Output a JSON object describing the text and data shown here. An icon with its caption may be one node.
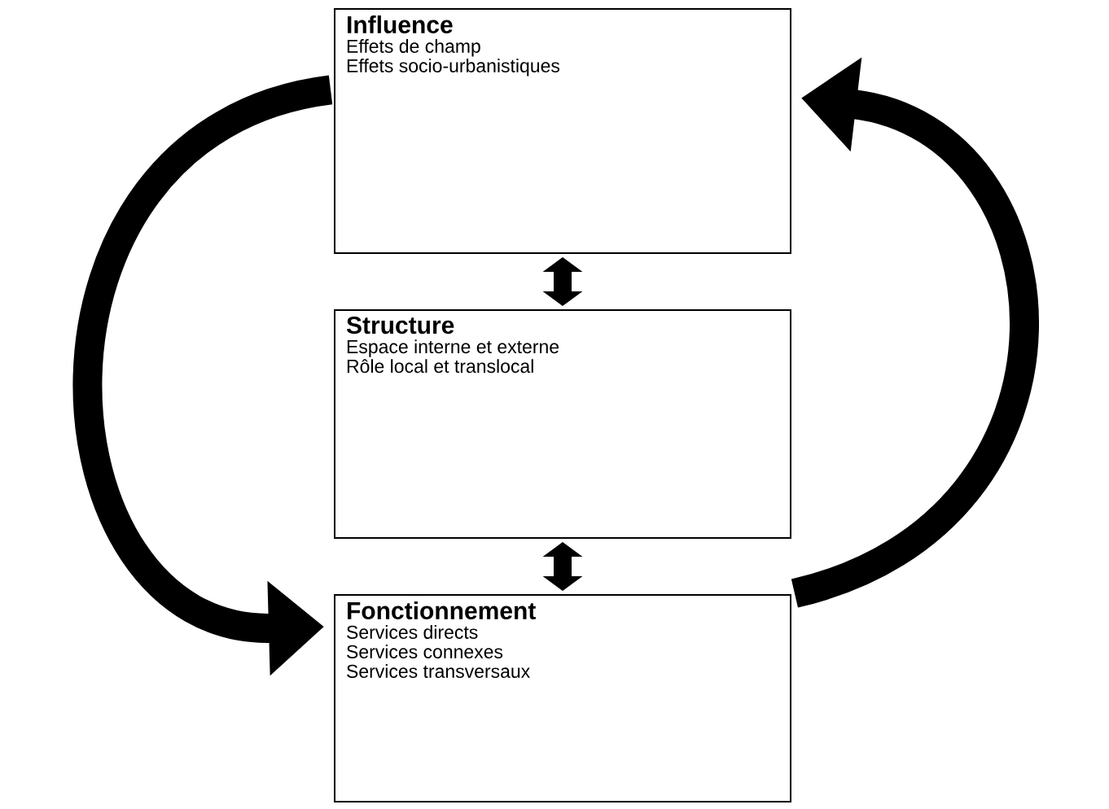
{
  "diagram": {
    "nodes": [
      {
        "text": [
          "Influence",
          "Effets de champ",
          "Effets socio-urbanistiques"
        ]
      },
      {
        "text": [
          "Structure",
          "Espace interne et externe",
          "Rôle local et translocal"
        ]
      },
      {
        "text": [
          "Fonctionnement",
          "Services directs",
          "Services connexes",
          "Services transversaux"
        ]
      }
    ],
    "edges": [
      {
        "from": 0,
        "to": 1,
        "arrow": "both"
      },
      {
        "from": 1,
        "to": 2,
        "arrow": "both"
      },
      {
        "from": 0,
        "to": 2,
        "arrow": "to"
      },
      {
        "from": 2,
        "to": 0,
        "arrow": "to"
      }
    ]
  }
}
